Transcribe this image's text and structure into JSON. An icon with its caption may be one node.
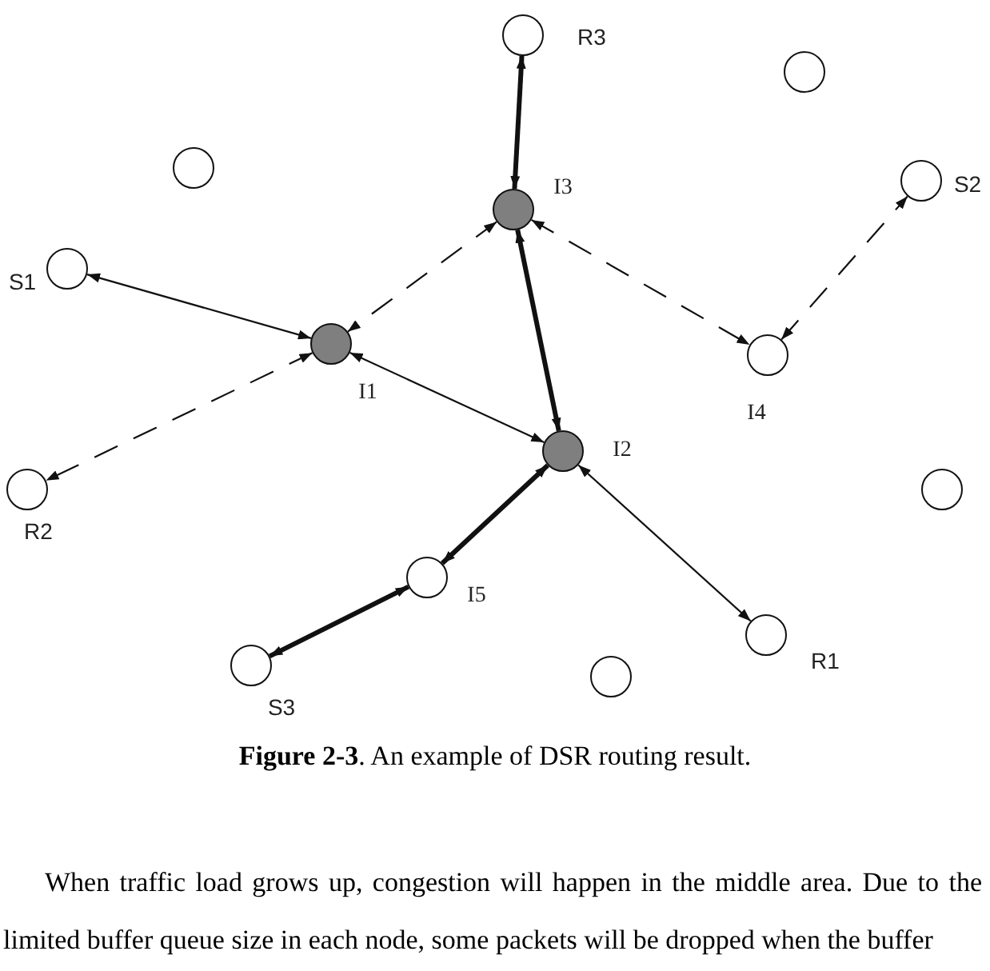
{
  "diagram": {
    "caption": "**Figure 2-3**. An example of DSR routing result.",
    "nodes": [
      {
        "text": [],
        "beside": [
          "R3"
        ],
        "shape": "circle"
      },
      {
        "text": [],
        "shape": "circle"
      },
      {
        "text": [],
        "shape": "circle"
      },
      {
        "text": [],
        "beside": [
          "S2"
        ],
        "shape": "circle"
      },
      {
        "text": [],
        "beside": [
          "I3"
        ],
        "shape": "circle"
      },
      {
        "text": [],
        "beside": [
          "S1"
        ],
        "shape": "circle"
      },
      {
        "text": [],
        "beside": [
          "I1"
        ],
        "shape": "circle"
      },
      {
        "text": [],
        "beside": [
          "I4"
        ],
        "shape": "circle"
      },
      {
        "text": [],
        "beside": [
          "I2"
        ],
        "shape": "circle"
      },
      {
        "text": [],
        "beside": [
          "R2"
        ],
        "shape": "circle"
      },
      {
        "text": [],
        "shape": "circle"
      },
      {
        "text": [],
        "beside": [
          "I5"
        ],
        "shape": "circle"
      },
      {
        "text": [],
        "beside": [
          "R1"
        ],
        "shape": "circle"
      },
      {
        "text": [],
        "beside": [
          "S3"
        ],
        "shape": "circle"
      },
      {
        "text": [],
        "shape": "circle"
      }
    ],
    "edges": [
      {
        "from": 0,
        "to": 4,
        "arrow": "both",
        "style": "thick"
      },
      {
        "from": 4,
        "to": 8,
        "arrow": "both",
        "style": "thick"
      },
      {
        "from": 8,
        "to": 11,
        "arrow": "both",
        "style": "thick"
      },
      {
        "from": 11,
        "to": 13,
        "arrow": "both",
        "style": "thick"
      },
      {
        "from": 5,
        "to": 6,
        "arrow": "both"
      },
      {
        "from": 6,
        "to": 8,
        "arrow": "both"
      },
      {
        "from": 8,
        "to": 12,
        "arrow": "both"
      },
      {
        "from": 4,
        "to": 6,
        "arrow": "both",
        "style": "dashed"
      },
      {
        "from": 6,
        "to": 9,
        "arrow": "both",
        "style": "dashed"
      },
      {
        "from": 4,
        "to": 7,
        "arrow": "both",
        "style": "dashed"
      },
      {
        "from": 7,
        "to": 3,
        "arrow": "both",
        "style": "dashed"
      }
    ],
    "labels": [
      "When traffic load grows up, congestion will happen in the middle area. Due to the limited buffer queue size in each node, some packets will be dropped when the buffer"
    ]
  }
}
